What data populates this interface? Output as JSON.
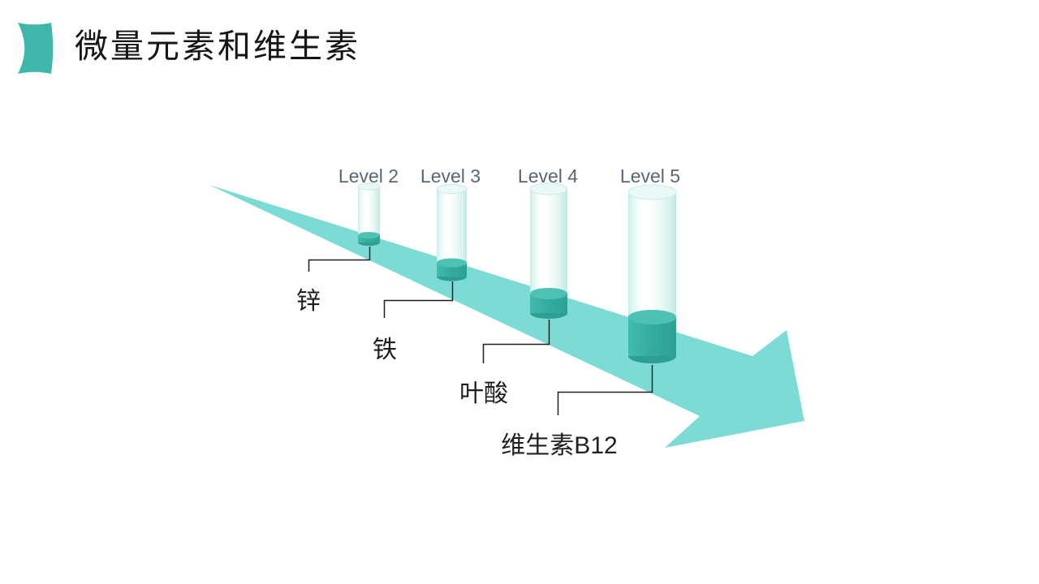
{
  "slide": {
    "title": "微量元素和维生素",
    "background_color": "#ffffff",
    "accent_color": "#3cb7aa"
  },
  "diagram": {
    "arrow_color": "#7cdcd5",
    "cylinder_fill_color": "#35ae9f",
    "level_label_color": "#5a6772",
    "items": [
      {
        "level_label": "Level 2",
        "name": "锌"
      },
      {
        "level_label": "Level 3",
        "name": "铁"
      },
      {
        "level_label": "Level 4",
        "name": "叶酸"
      },
      {
        "level_label": "Level 5",
        "name": "维生素B12"
      }
    ]
  },
  "chart_data": {
    "type": "bar",
    "title": "微量元素和维生素",
    "categories": [
      "锌",
      "铁",
      "叶酸",
      "维生素B12"
    ],
    "series": [
      {
        "name": "Level",
        "values": [
          2,
          3,
          4,
          5
        ]
      }
    ],
    "bar_labels": [
      "Level 2",
      "Level 3",
      "Level 4",
      "Level 5"
    ],
    "legend": false,
    "orientation": "vertical",
    "note": "cylinder heights increase along a descending arrow"
  }
}
